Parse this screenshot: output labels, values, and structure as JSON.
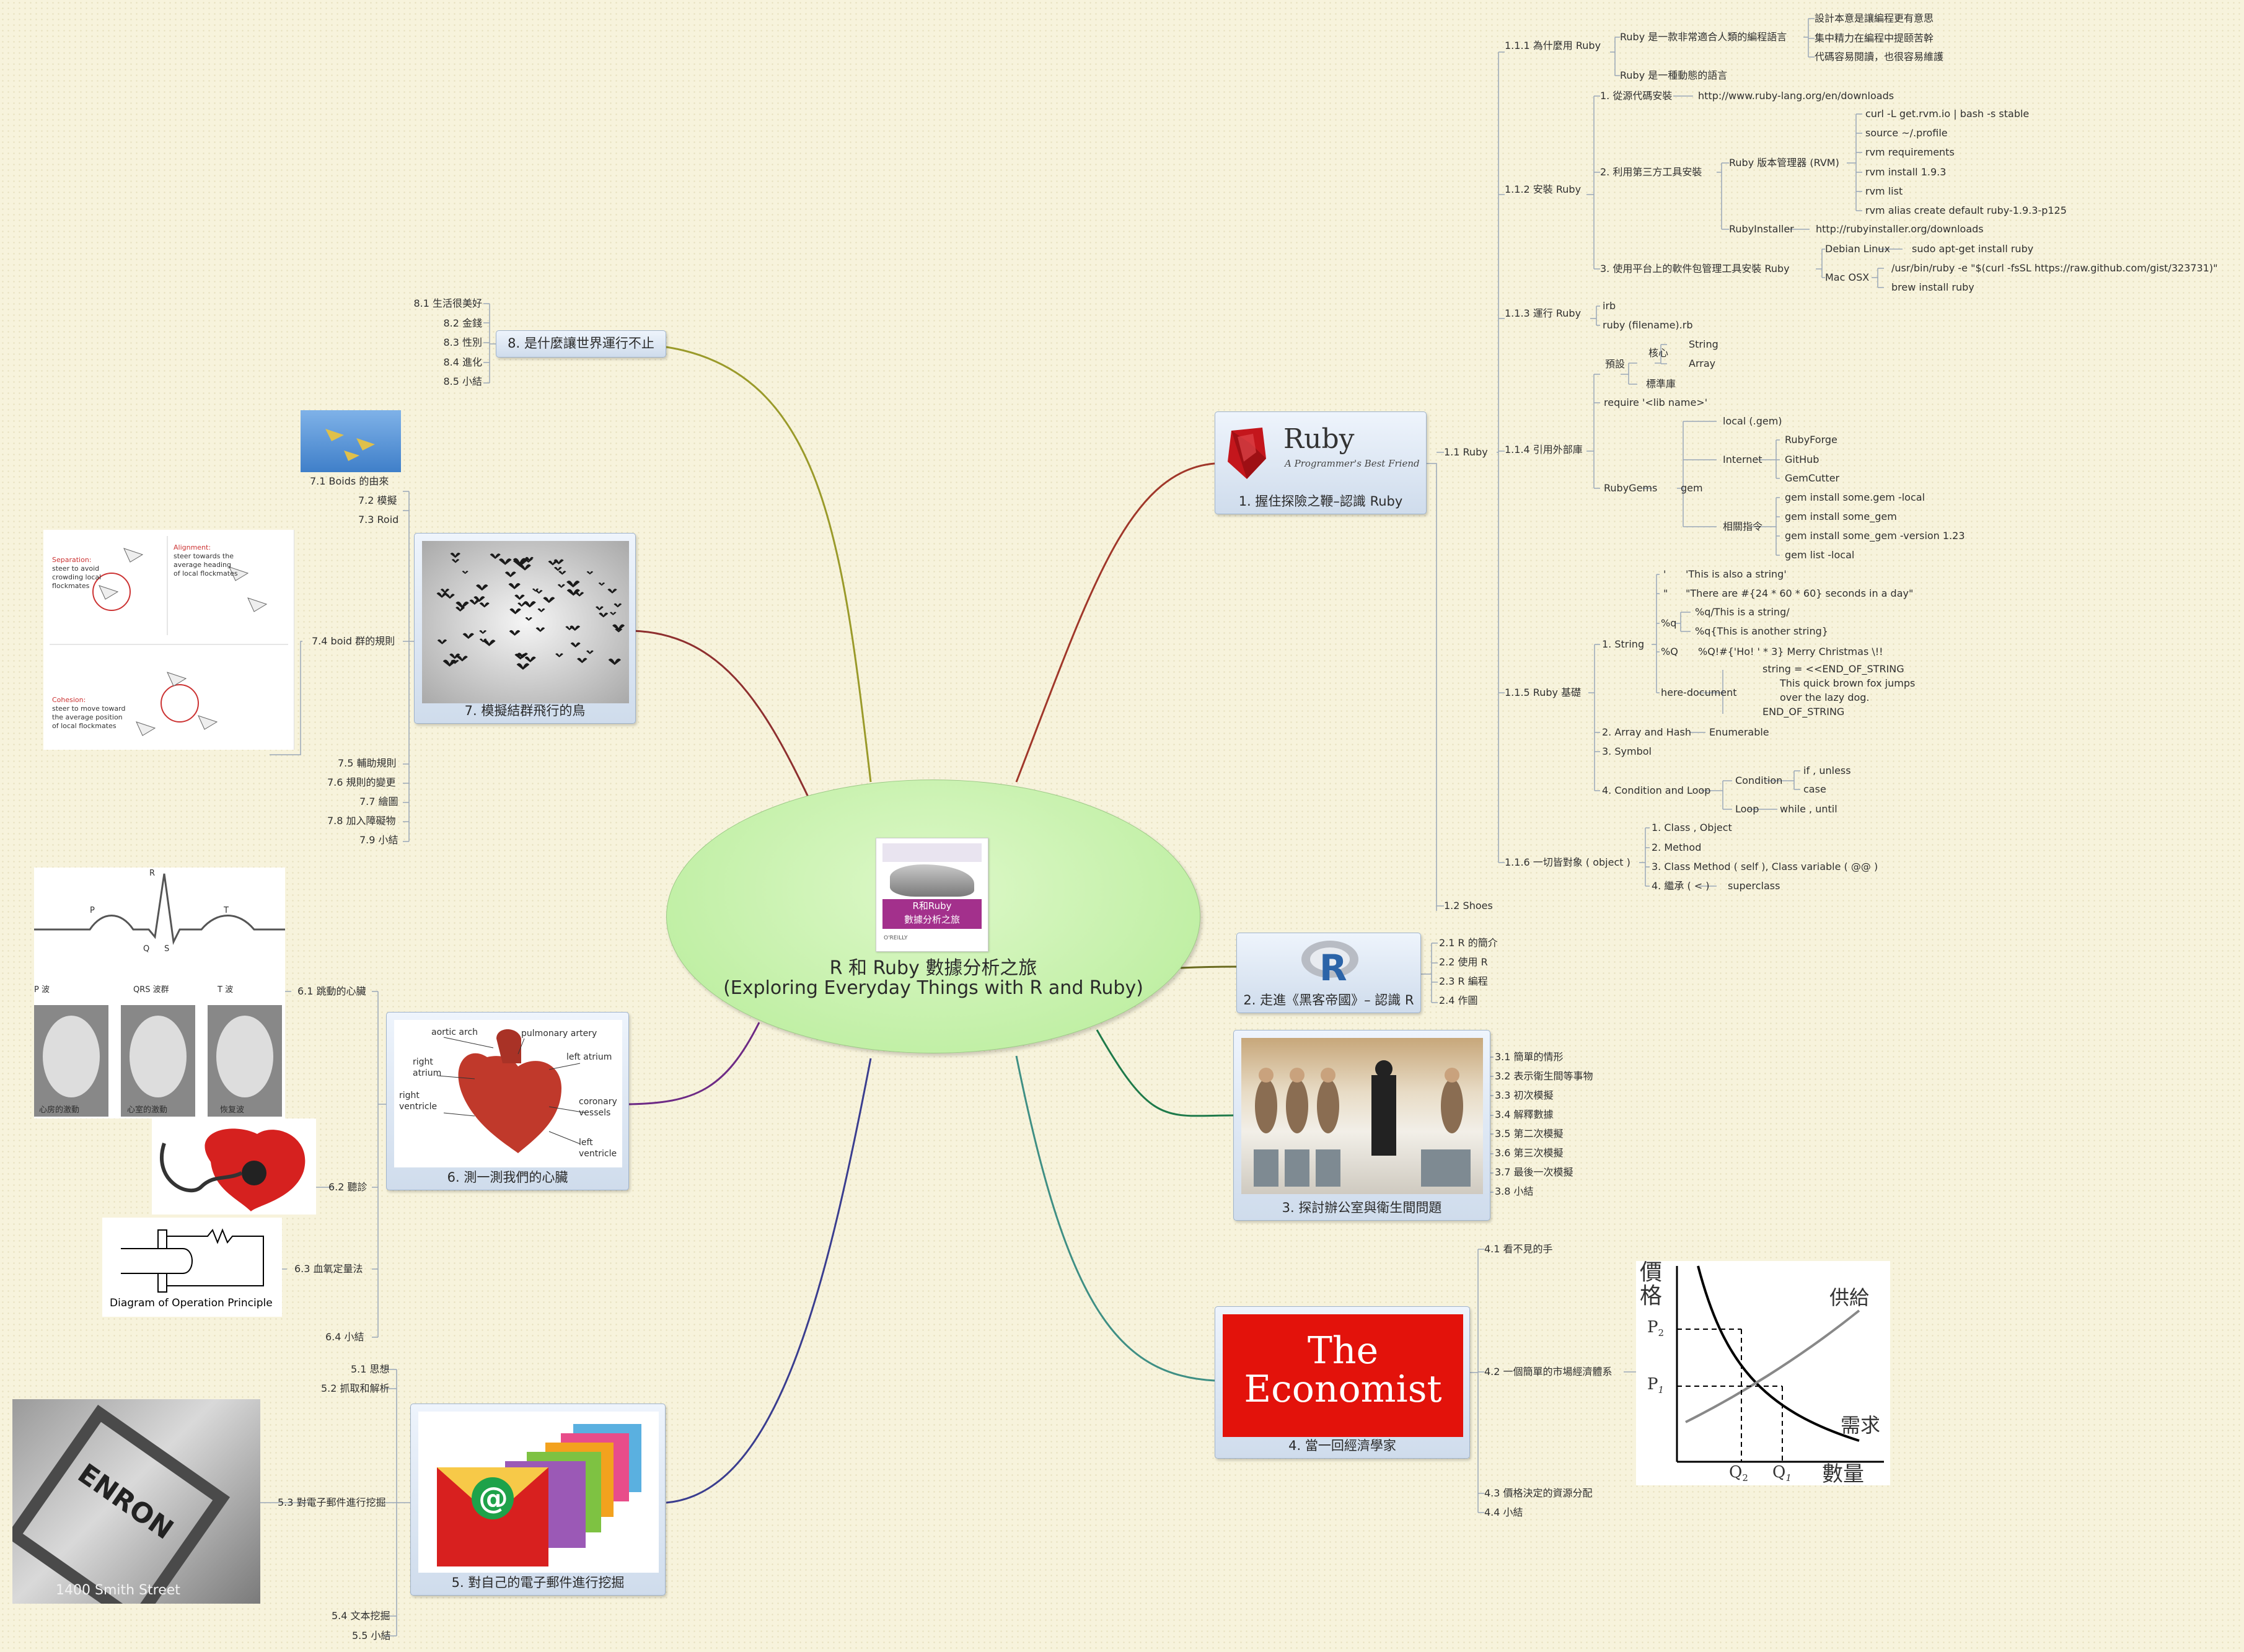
{
  "center": {
    "title": "R 和 Ruby 數據分析之旅",
    "subtitle": "(Exploring Everyday Things with R and Ruby)",
    "book": {
      "title_line1": "R和Ruby",
      "title_line2": "數據分析之旅",
      "publisher": "O'REILLY"
    }
  },
  "branches": [
    {
      "caption": "1. 握住探險之鞭–認識 Ruby",
      "logo": "Ruby",
      "logo_sub": "A Programmer's Best Friend"
    },
    {
      "caption": "2. 走進《黑客帝國》– 認識 R"
    },
    {
      "caption": "3. 探討辦公室與衛生間問題"
    },
    {
      "caption": "4. 當一回經濟學家",
      "logo_line1": "The",
      "logo_line2": "Economist"
    },
    {
      "caption": "5. 對自己的電子郵件進行挖掘"
    },
    {
      "caption": "6. 測一測我們的心臟"
    },
    {
      "caption": "7. 模擬結群飛行的鳥"
    },
    {
      "caption": "8.  是什麼讓世界運行不止"
    }
  ],
  "ruby": {
    "n1_1": "1.1 Ruby",
    "n1_1_1": "1.1.1 為什麼用 Ruby",
    "why1": "Ruby 是一款非常適合人類的編程語言",
    "why1a": "設計本意是讓編程更有意思",
    "why1b": "集中精力在編程中提颐苦幹",
    "why1c": "代碼容易閱讀，也很容易維護",
    "why2": "Ruby 是一種動態的語言",
    "n1_1_2": "1.1.2 安裝 Ruby",
    "inst1": "1. 從源代碼安裝",
    "inst1url": "http://www.ruby-lang.org/en/downloads",
    "inst2": "2. 利用第三方工具安裝",
    "rvm": "Ruby 版本管理器 (RVM)",
    "rvm1": "curl -L get.rvm.io | bash -s stable",
    "rvm2": "source ~/.profile",
    "rvm3": "rvm requirements",
    "rvm4": "rvm install 1.9.3",
    "rvm5": "rvm list",
    "rvm6": "rvm alias create default ruby-1.9.3-p125",
    "rinst": "RubyInstaller",
    "rinsturl": "http://rubyinstaller.org/downloads",
    "inst3": "3. 使用平台上的軟件包管理工具安裝 Ruby",
    "debian": "Debian Linux",
    "debiancmd": "sudo apt-get install ruby",
    "mac": "Mac OSX",
    "mac1": "/usr/bin/ruby -e \"$(curl -fsSL https://raw.github.com/gist/323731)\"",
    "mac2": "brew install ruby",
    "n1_1_3": "1.1.3 運行 Ruby",
    "irb": "irb",
    "rubyfile": "ruby (filename).rb",
    "n1_1_4": "1.1.4 引用外部庫",
    "preset": "預設",
    "core": "核心",
    "string": "String",
    "array": "Array",
    "stdlib": "標準庫",
    "require": "require '<lib name>'",
    "rubygems": "RubyGems",
    "gem": "gem",
    "local": "local (.gem)",
    "internet": "Internet",
    "rubyforge": "RubyForge",
    "github": "GitHub",
    "gemcutter": "GemCutter",
    "cmds": "相關指令",
    "cmd1": "gem install some.gem -local",
    "cmd2": "gem install some_gem",
    "cmd3": "gem install some_gem -version 1.23",
    "cmd4": "gem list -local",
    "n1_1_5": "1.1.5 Ruby 基礎",
    "s1": "1. String",
    "sq": "'",
    "sqv": "'This is also a string'",
    "dq": "\"",
    "dqv": "\"There are #{24 * 60 * 60} seconds in a day\"",
    "pq": "%q",
    "pq1": "%q/This is a string/",
    "pq2": "%q{This is another string}",
    "pQ": "%Q",
    "pQv": "%Q!#{'Ho! ' * 3} Merry Christmas \\!!",
    "heredoc": "here-document",
    "hd1": "string = <<END_OF_STRING",
    "hd2": "This quick brown fox jumps",
    "hd3": "over the lazy dog.",
    "hd4": "END_OF_STRING",
    "s2": "2. Array and Hash",
    "enumerable": "Enumerable",
    "s3": "3. Symbol",
    "s4": "4. Condition and Loop",
    "condition": "Condition",
    "cond1": "if , unless",
    "cond2": "case",
    "loop": "Loop",
    "loop1": "while , until",
    "n1_1_6": "1.1.6 一切皆對象 ( object )",
    "o1": "1. Class , Object",
    "o2": "2. Method",
    "o3": "3. Class Method ( self ), Class variable ( @@ )",
    "o4": "4. 繼承 ( < )",
    "superclass": "superclass",
    "n1_2": "1.2 Shoes"
  },
  "r_items": [
    "2.1 R 的簡介",
    "2.2 使用 R",
    "2.3 R 編程",
    "2.4 作圖"
  ],
  "office_items": [
    "3.1 簡單的情形",
    "3.2 表示衛生間等事物",
    "3.3 初次模擬",
    "3.4 解釋數據",
    "3.5 第二次模擬",
    "3.6 第三次模擬",
    "3.7 最後一次模擬",
    "3.8 小結"
  ],
  "econ": {
    "i1": "4.1 看不見的手",
    "i2": "4.2 一個簡單的市場經濟體系",
    "i3": "4.3 價格決定的資源分配",
    "i4": "4.4 小結",
    "graph": {
      "price": "價格",
      "supply": "供給",
      "demand": "需求",
      "quantity": "數量",
      "p1": "P",
      "p2": "P",
      "q1": "Q",
      "q2": "Q",
      "sub1": "1",
      "sub2": "2"
    }
  },
  "email": {
    "i1": "5.1 思想",
    "i2": "5.2 抓取和解析",
    "i3": "5.3 對電子郵件進行挖掘",
    "i4": "5.4 文本挖掘",
    "i5": "5.5 小結",
    "enron_text": "ENRON",
    "street": "1400 Smith Street"
  },
  "heart": {
    "i1": "6.1 跳動的心臟",
    "i2": "6.2 聽診",
    "i3": "6.3 血氧定量法",
    "i4": "6.4  小結",
    "ecg": {
      "r": "R",
      "p": "P",
      "t": "T",
      "q": "Q",
      "s": "S",
      "pwave": "P 波",
      "qrs": "QRS 波群",
      "twave": "T 波",
      "c1": "心房的激動",
      "c2": "心室的激動",
      "c3": "恢复波"
    },
    "diagram": "Diagram of Operation Principle",
    "labels": {
      "aortic": "aortic arch",
      "pulmonary": "pulmonary artery",
      "ratrium1": "right",
      "ratrium2": "atrium",
      "latrium": "left atrium",
      "rvent1": "right",
      "rvent2": "ventricle",
      "coronary1": "coronary",
      "coronary2": "vessels",
      "lvent1": "left",
      "lvent2": "ventricle"
    }
  },
  "birds": {
    "i1": "7.1 Boids 的由來",
    "i2": "7.2  模擬",
    "i3": "7.3 Roid",
    "i4": "7.4 boid 群的規則",
    "i5": "7.5 輔助規則",
    "i6": "7.6 規則的變更",
    "i7": "7.7 繪圖",
    "i8": "7.8 加入障礙物",
    "i9": "7.9 小結",
    "rules": {
      "sep_title": "Separation:",
      "sep1": "steer to avoid",
      "sep2": "crowding local",
      "sep3": "flockmates",
      "ali_title": "Alignment:",
      "ali1": "steer towards the",
      "ali2": "average heading",
      "ali3": "of local flockmates",
      "coh_title": "Cohesion:",
      "coh1": "steer to move toward",
      "coh2": "the average position",
      "coh3": "of local flockmates"
    }
  },
  "world_items": [
    "8.1 生活很美好",
    "8.2 金錢",
    "8.3 性別",
    "8.4 進化",
    "8.5 小結"
  ]
}
